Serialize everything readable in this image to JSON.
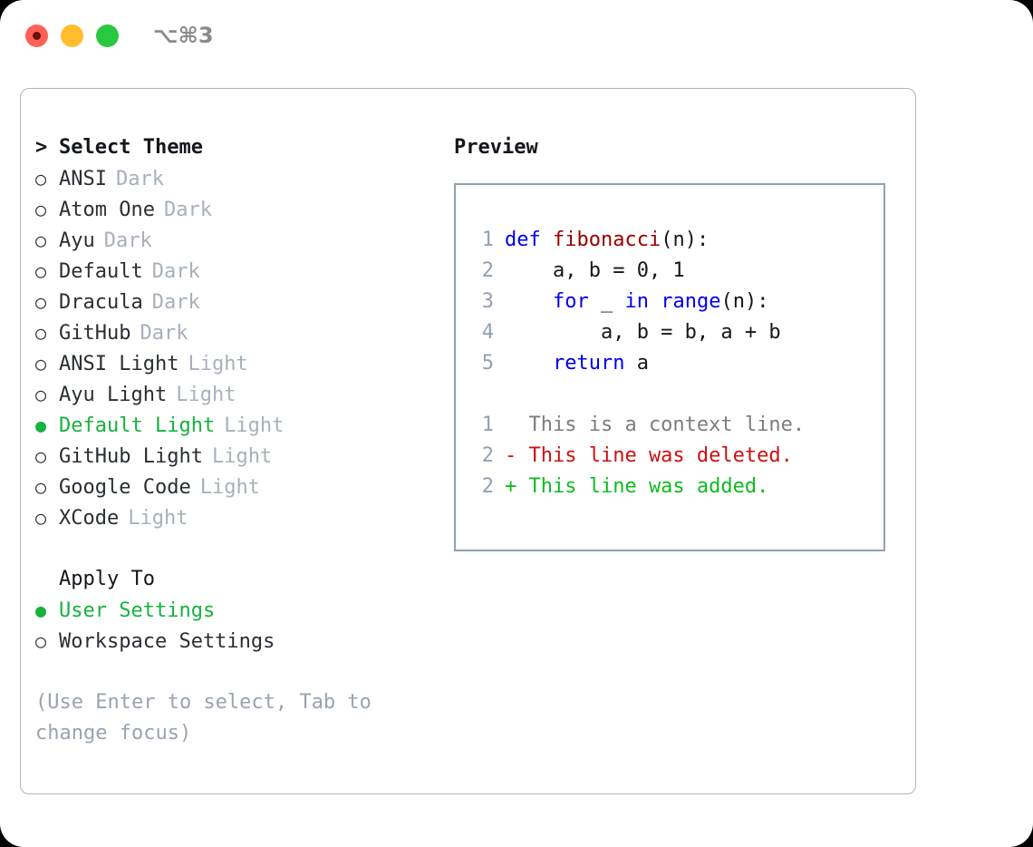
{
  "titlebar": {
    "shortcut": "⌥⌘3",
    "dots": [
      "close-red",
      "minimize-yellow",
      "maximize-green"
    ]
  },
  "theme_selector": {
    "header_caret": ">",
    "header_label": "Select Theme",
    "marker_unselected": "○",
    "marker_selected": "●",
    "accent_color": "#17b13e",
    "items": [
      {
        "name": "ANSI",
        "badge": "Dark",
        "selected": false
      },
      {
        "name": "Atom One",
        "badge": "Dark",
        "selected": false
      },
      {
        "name": "Ayu",
        "badge": "Dark",
        "selected": false
      },
      {
        "name": "Default",
        "badge": "Dark",
        "selected": false
      },
      {
        "name": "Dracula",
        "badge": "Dark",
        "selected": false
      },
      {
        "name": "GitHub",
        "badge": "Dark",
        "selected": false
      },
      {
        "name": "ANSI Light",
        "badge": "Light",
        "selected": false
      },
      {
        "name": "Ayu Light",
        "badge": "Light",
        "selected": false
      },
      {
        "name": "Default Light",
        "badge": "Light",
        "selected": true
      },
      {
        "name": "GitHub Light",
        "badge": "Light",
        "selected": false
      },
      {
        "name": "Google Code",
        "badge": "Light",
        "selected": false
      },
      {
        "name": "XCode",
        "badge": "Light",
        "selected": false
      }
    ]
  },
  "apply_to": {
    "label": "Apply To",
    "options": [
      {
        "name": "User Settings",
        "selected": true
      },
      {
        "name": "Workspace Settings",
        "selected": false
      }
    ]
  },
  "hint": "(Use Enter to select, Tab to change focus)",
  "preview": {
    "title": "Preview",
    "code": [
      {
        "no": "1",
        "tokens": [
          {
            "t": "def ",
            "c": "kw"
          },
          {
            "t": "fibonacci",
            "c": "fn"
          },
          {
            "t": "(n):",
            "c": "plain"
          }
        ]
      },
      {
        "no": "2",
        "tokens": [
          {
            "t": "    a, b = 0, 1",
            "c": "plain"
          }
        ]
      },
      {
        "no": "3",
        "tokens": [
          {
            "t": "    ",
            "c": "plain"
          },
          {
            "t": "for",
            "c": "kw"
          },
          {
            "t": " _ ",
            "c": "plain"
          },
          {
            "t": "in",
            "c": "kw"
          },
          {
            "t": " ",
            "c": "plain"
          },
          {
            "t": "range",
            "c": "kw"
          },
          {
            "t": "(n):",
            "c": "plain"
          }
        ]
      },
      {
        "no": "4",
        "tokens": [
          {
            "t": "        a, b = b, a + b",
            "c": "plain"
          }
        ]
      },
      {
        "no": "5",
        "tokens": [
          {
            "t": "    ",
            "c": "plain"
          },
          {
            "t": "return",
            "c": "kw"
          },
          {
            "t": " a",
            "c": "plain"
          }
        ]
      }
    ],
    "diff": [
      {
        "no": "1",
        "text": "  This is a context line.",
        "kind": "ctx"
      },
      {
        "no": "2",
        "text": "- This line was deleted.",
        "kind": "del"
      },
      {
        "no": "2",
        "text": "+ This line was added.",
        "kind": "add"
      }
    ]
  }
}
